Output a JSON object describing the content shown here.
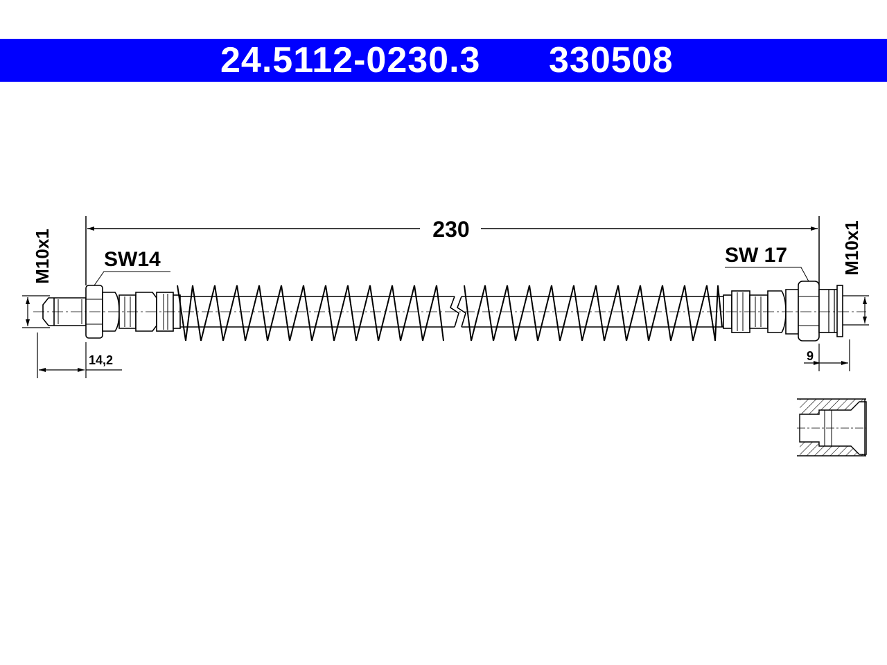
{
  "header": {
    "part_number": "24.5112-0230.3",
    "ref_number": "330508",
    "bar_color": "#0000ff"
  },
  "drawing": {
    "overall_length": "230",
    "left_fitting": {
      "wrench_size": "SW14",
      "thread": "M10x1",
      "thread_length": "14,2"
    },
    "right_fitting": {
      "wrench_size": "SW 17",
      "thread": "M10x1",
      "depth": "9"
    }
  }
}
